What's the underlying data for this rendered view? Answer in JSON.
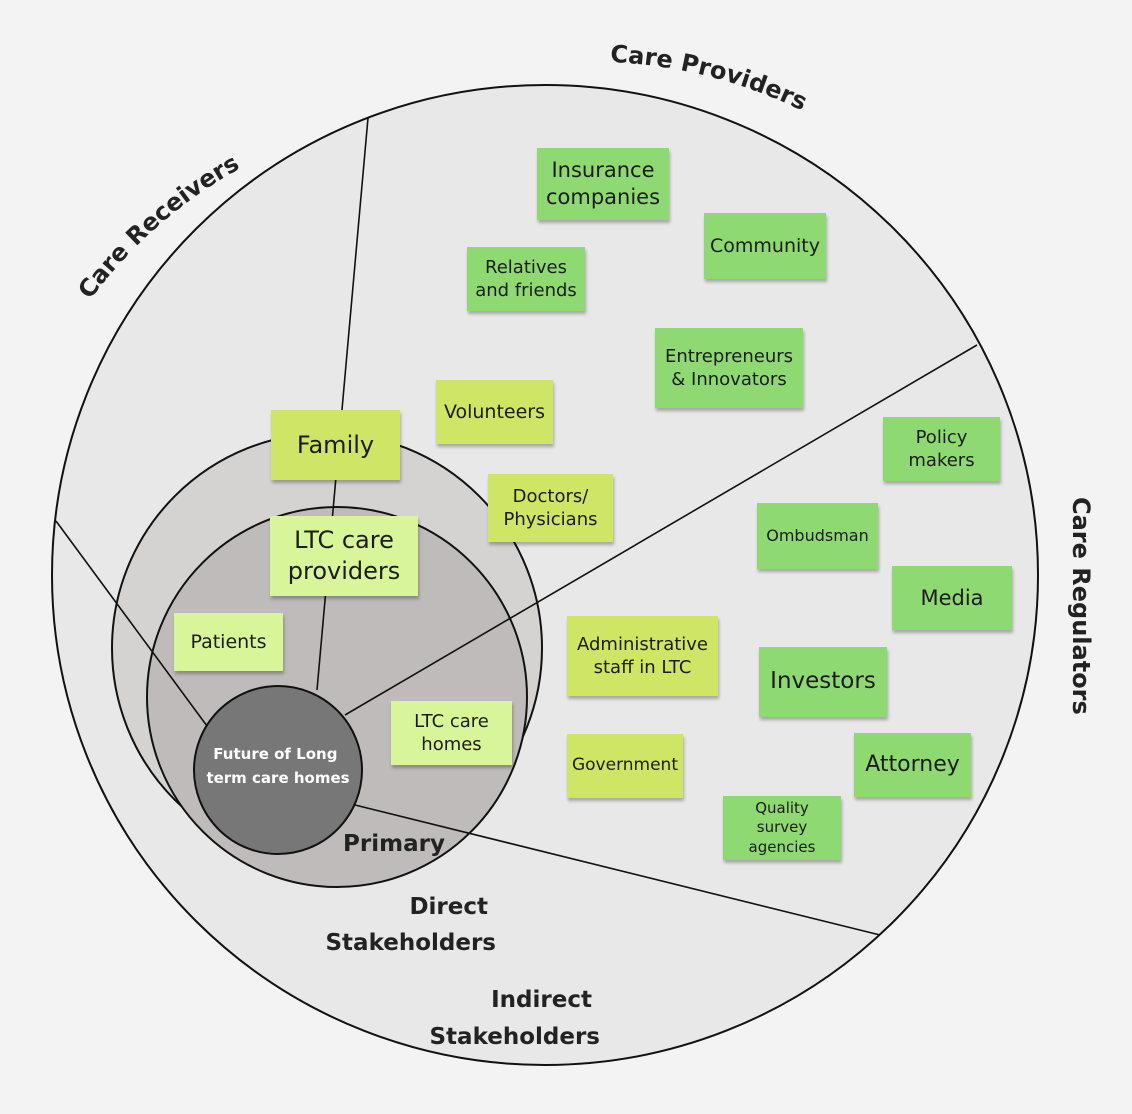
{
  "center": {
    "label": "Future of Long term care homes"
  },
  "rings": {
    "primary": "Primary",
    "direct": "Direct\nStakeholders",
    "indirect": "Indirect\nStakeholders"
  },
  "sectors": {
    "receivers": "Care Receivers",
    "providers": "Care Providers",
    "regulators": "Care Regulators"
  },
  "notes": [
    {
      "id": "insurance",
      "text": "Insurance\ncompanies",
      "color": "#8fd973"
    },
    {
      "id": "community",
      "text": "Community",
      "color": "#8fd973"
    },
    {
      "id": "relatives",
      "text": "Relatives\nand friends",
      "color": "#8fd973"
    },
    {
      "id": "entrepreneurs",
      "text": "Entrepreneurs\n& Innovators",
      "color": "#8fd973"
    },
    {
      "id": "family",
      "text": "Family",
      "color": "#cfe566"
    },
    {
      "id": "volunteers",
      "text": "Volunteers",
      "color": "#cfe566"
    },
    {
      "id": "doctors",
      "text": "Doctors/\nPhysicians",
      "color": "#cfe566"
    },
    {
      "id": "ltc-providers",
      "text": "LTC care\nproviders",
      "color": "#d9f59a"
    },
    {
      "id": "patients",
      "text": "Patients",
      "color": "#d9f59a"
    },
    {
      "id": "ltc-homes",
      "text": "LTC care\nhomes",
      "color": "#d9f59a"
    },
    {
      "id": "admin",
      "text": "Administrative\nstaff in LTC",
      "color": "#cfe566"
    },
    {
      "id": "government",
      "text": "Government",
      "color": "#cfe566"
    },
    {
      "id": "policy",
      "text": "Policy\nmakers",
      "color": "#8fd973"
    },
    {
      "id": "ombudsman",
      "text": "Ombudsman",
      "color": "#8fd973"
    },
    {
      "id": "media",
      "text": "Media",
      "color": "#8fd973"
    },
    {
      "id": "investors",
      "text": "Investors",
      "color": "#8fd973"
    },
    {
      "id": "attorney",
      "text": "Attorney",
      "color": "#8fd973"
    },
    {
      "id": "quality",
      "text": "Quality survey\nagencies",
      "color": "#8fd973"
    }
  ]
}
